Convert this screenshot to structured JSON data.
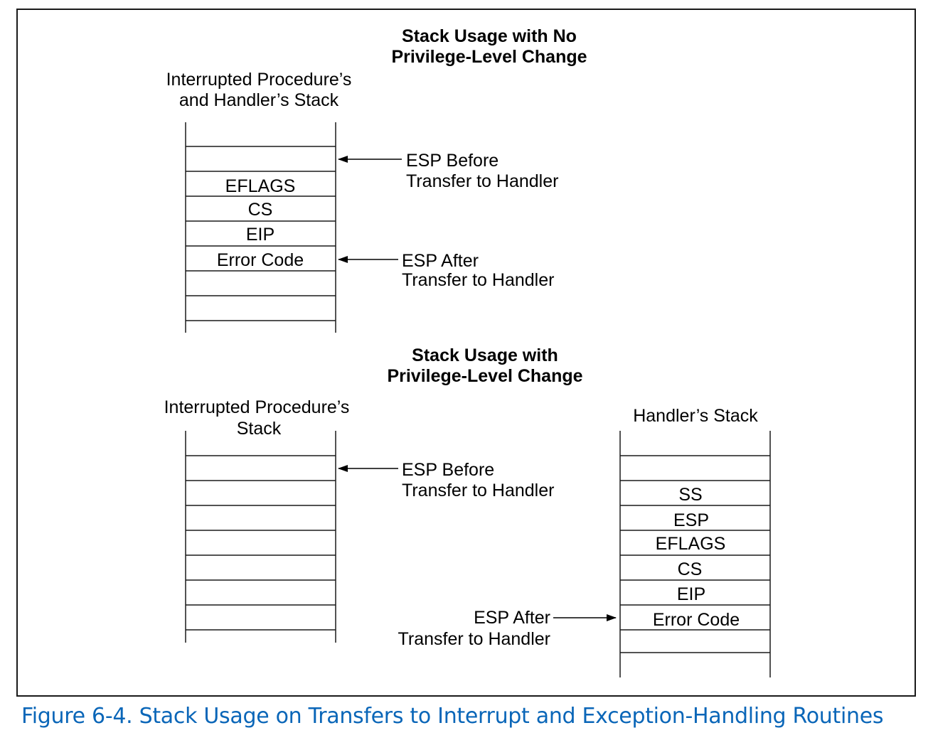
{
  "diagram": {
    "top": {
      "title_line1": "Stack Usage with No",
      "title_line2": "Privilege-Level Change",
      "stack_label_line1": "Interrupted Procedure’s",
      "stack_label_line2": "and Handler’s Stack",
      "cells": [
        "",
        "",
        "EFLAGS",
        "CS",
        "EIP",
        "Error Code",
        "",
        "",
        ""
      ],
      "esp_before_line1": "ESP Before",
      "esp_before_line2": "Transfer to Handler",
      "esp_after_line1": "ESP After",
      "esp_after_line2": "Transfer to Handler"
    },
    "bottom": {
      "title_line1": "Stack Usage with",
      "title_line2": "Privilege-Level Change",
      "left_stack_label_line1": "Interrupted Procedure’s",
      "left_stack_label_line2": "Stack",
      "right_stack_label": "Handler’s Stack",
      "handler_cells": [
        "",
        "",
        "SS",
        "ESP",
        "EFLAGS",
        "CS",
        "EIP",
        "Error Code",
        ""
      ],
      "esp_before_line1": "ESP Before",
      "esp_before_line2": "Transfer to Handler",
      "esp_after_line1": "ESP After",
      "esp_after_line2": "Transfer to Handler"
    }
  },
  "caption": "Figure 6-4.  Stack Usage on Transfers to Interrupt and Exception-Handling Routines",
  "colors": {
    "caption": "#0a66b8",
    "line": "#1a1a1a"
  }
}
